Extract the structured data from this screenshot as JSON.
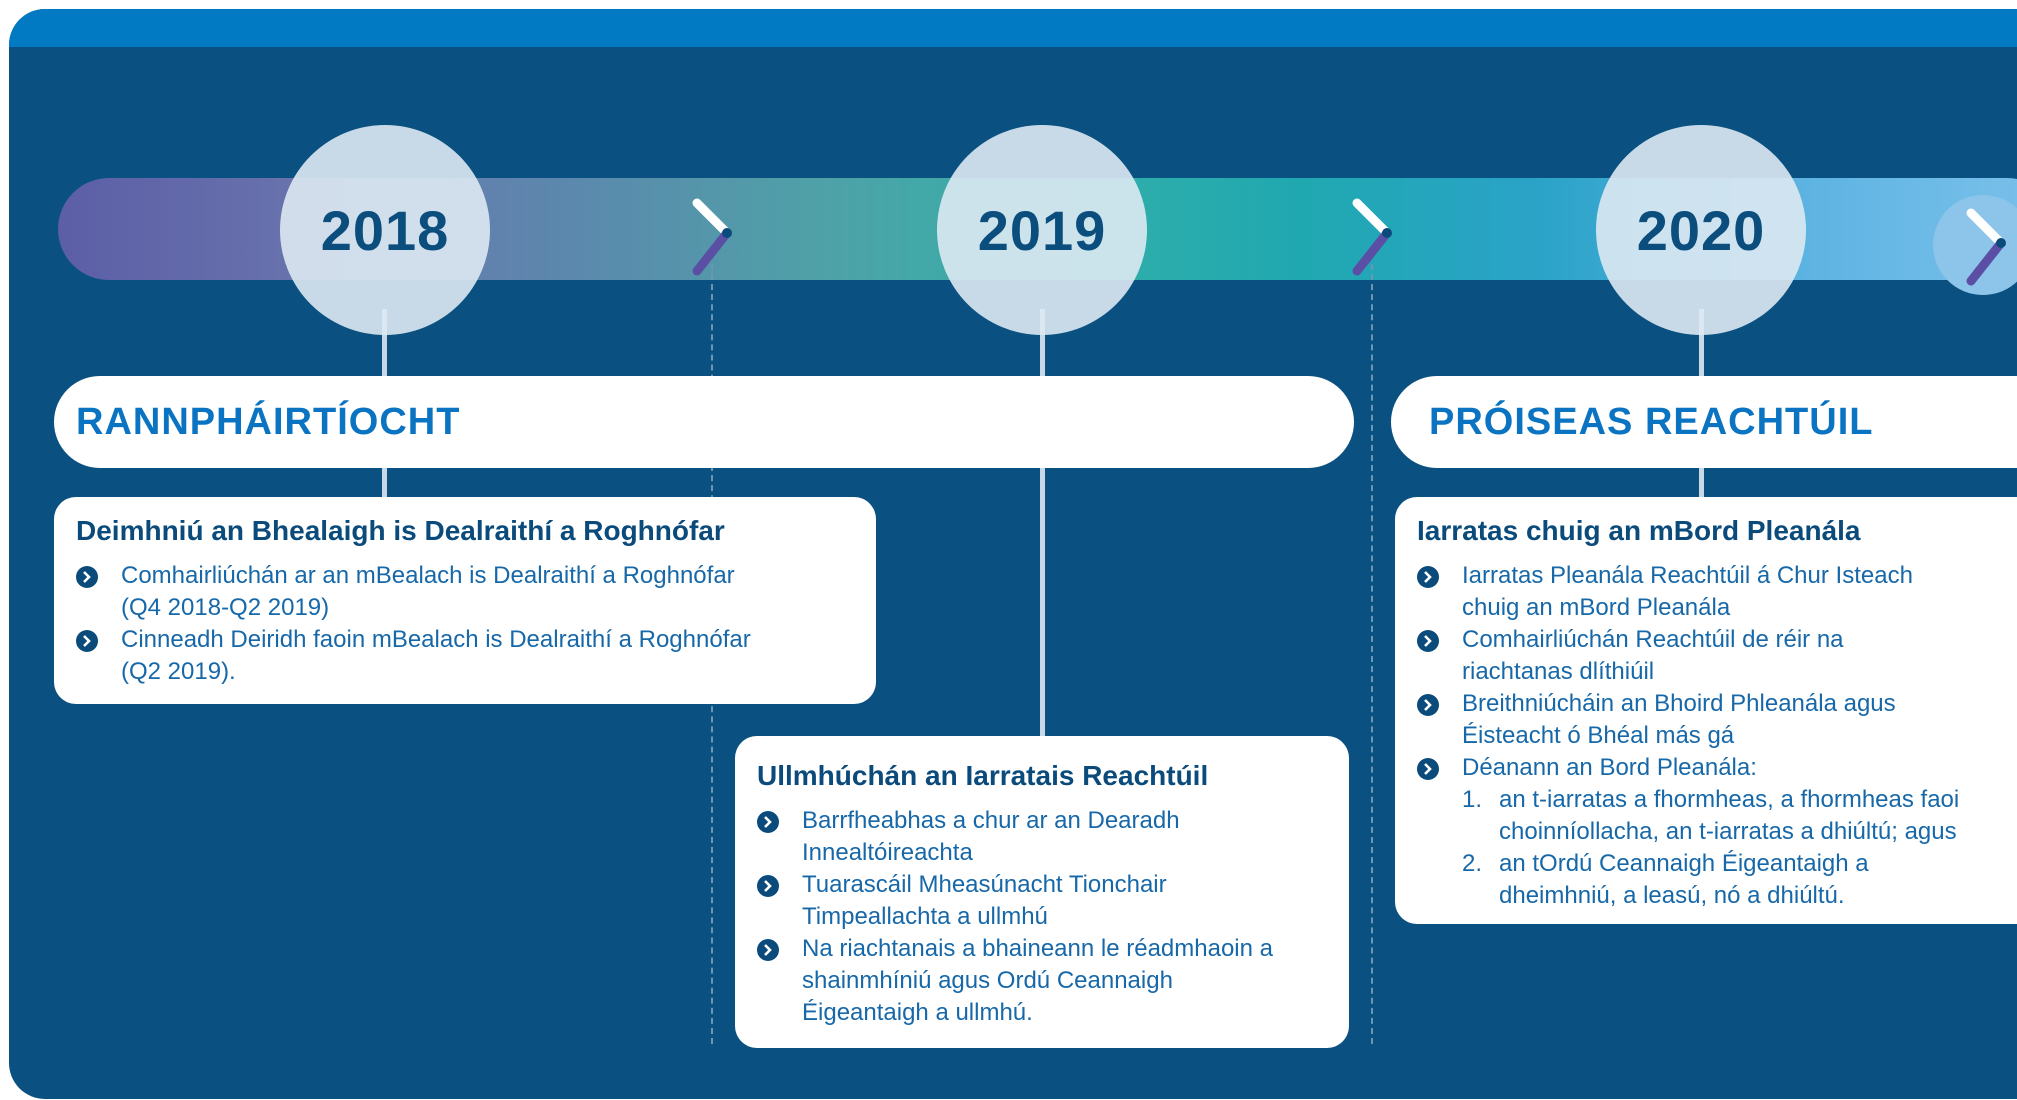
{
  "timeline": {
    "years": [
      "2018",
      "2019",
      "2020"
    ]
  },
  "phases": {
    "phase1": "RANNPHÁIRTÍOCHT",
    "phase2": "PRÓISEAS REACHTÚIL"
  },
  "cards": {
    "card1": {
      "title": "Deimhniú an Bhealaigh is Dealraithí a Roghnófar",
      "items": [
        [
          "Comhairliúchán ar an mBealach is Dealraithí a Roghnófar",
          "(Q4 2018-Q2 2019)"
        ],
        [
          "Cinneadh Deiridh faoin mBealach is Dealraithí a Roghnófar",
          "(Q2 2019)."
        ]
      ]
    },
    "card2": {
      "title": "Ullmhúchán an Iarratais Reachtúil",
      "items": [
        [
          "Barrfheabhas a chur ar an Dearadh",
          "Innealtóireachta"
        ],
        [
          "Tuarascáil Mheasúnacht Tionchair",
          "Timpeallachta a ullmhú"
        ],
        [
          "Na riachtanais a bhaineann le réadmhaoin a",
          "shainmhíniú agus Ordú Ceannaigh",
          "Éigeantaigh a ullmhú."
        ]
      ]
    },
    "card3": {
      "title": "Iarratas chuig an mBord Pleanála",
      "items": [
        [
          "Iarratas Pleanála Reachtúil á Chur Isteach",
          "chuig an mBord Pleanála"
        ],
        [
          "Comhairliúchán Reachtúil de réir na",
          "riachtanas dlíthiúil"
        ],
        [
          "Breithniúcháin an Bhoird Phleanála agus",
          "Éisteacht ó Bhéal más gá"
        ],
        [
          "Déanann an Bord Pleanála:"
        ]
      ],
      "subitems": [
        {
          "num": "1.",
          "lines": [
            "an t-iarratas a fhormheas, a fhormheas faoi",
            "choinníollacha, an t-iarratas a dhiúltú; agus"
          ]
        },
        {
          "num": "2.",
          "lines": [
            "an tOrdú Ceannaigh Éigeantaigh a",
            "dheimhniú, a leasú, nó a dhiúltú."
          ]
        }
      ]
    }
  },
  "colors": {
    "panel": "#0a5080",
    "top_band": "#0279c3",
    "heading_blue": "#0a74c2",
    "dark_text": "#0b4b7b",
    "body_text": "#1768a9"
  },
  "icons": [
    "chevron-right-icon",
    "chevron-circle-right-icon"
  ]
}
